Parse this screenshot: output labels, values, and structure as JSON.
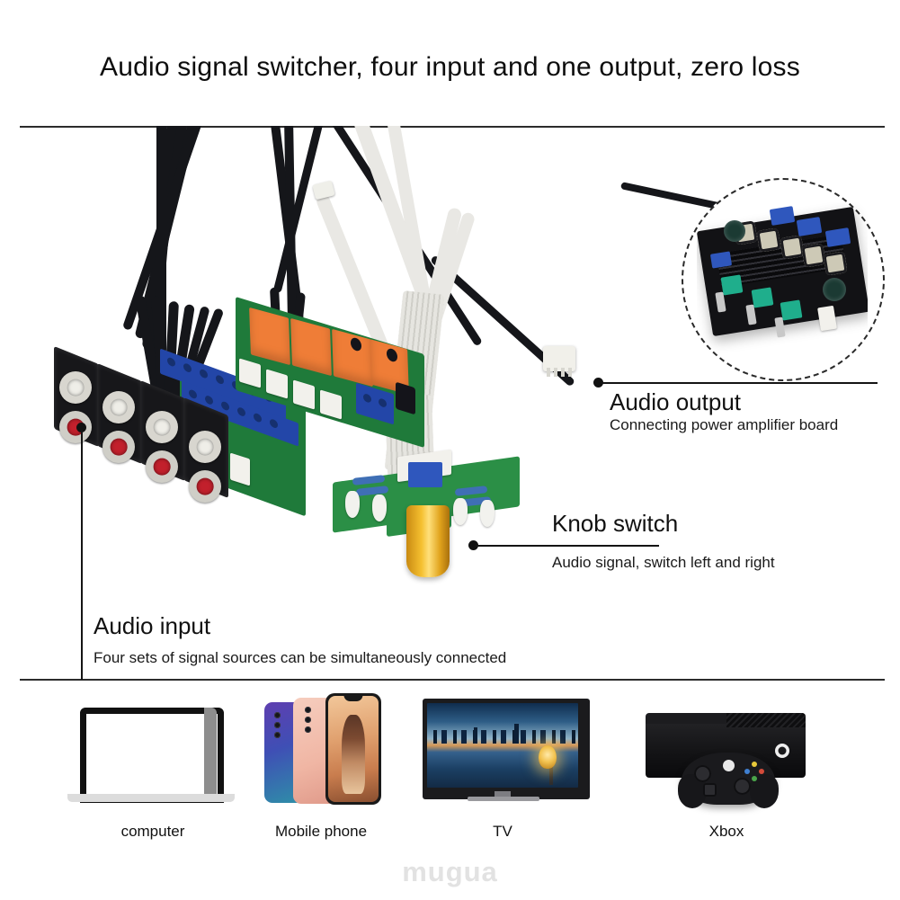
{
  "title": "Audio signal switcher, four input and one output, zero loss",
  "watermark": "mugua",
  "callouts": [
    {
      "id": "audio-output",
      "title": "Audio output",
      "subtitle": "Connecting power amplifier board"
    },
    {
      "id": "knob-switch",
      "title": "Knob switch",
      "subtitle": "Audio signal, switch left and right"
    },
    {
      "id": "audio-input",
      "title": "Audio input",
      "subtitle": "Four sets of signal sources can be simultaneously connected"
    }
  ],
  "devices": [
    {
      "id": "computer",
      "label": "computer"
    },
    {
      "id": "mobile-phone",
      "label": "Mobile phone"
    },
    {
      "id": "tv",
      "label": "TV"
    },
    {
      "id": "xbox",
      "label": "Xbox"
    }
  ],
  "colors": {
    "background": "#ffffff",
    "text": "#111111",
    "divider": "#2c2c2c",
    "relay_orange": "#ef7d37",
    "pcb_green": "#1f7a3a",
    "terminal_blue": "#2346a8",
    "knob_gold": "#f5c030",
    "jack_red": "#c2202c",
    "jack_white": "#efeee8",
    "amp_black": "#121215",
    "pot_teal": "#1fae8c",
    "watermark": "#e2e2e2"
  }
}
